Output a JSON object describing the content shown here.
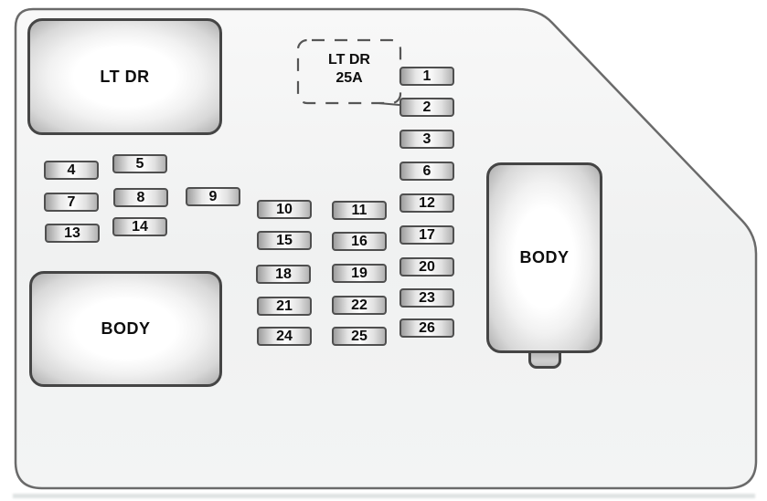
{
  "blocks": {
    "lt_dr": {
      "label": "LT DR"
    },
    "fuse_slot": {
      "line1": "LT DR",
      "line2": "25A"
    },
    "body_left": {
      "label": "BODY"
    },
    "body_right": {
      "label": "BODY"
    }
  },
  "fuses": [
    {
      "label": "1"
    },
    {
      "label": "2"
    },
    {
      "label": "3"
    },
    {
      "label": "4"
    },
    {
      "label": "5"
    },
    {
      "label": "6"
    },
    {
      "label": "7"
    },
    {
      "label": "8"
    },
    {
      "label": "9"
    },
    {
      "label": "10"
    },
    {
      "label": "11"
    },
    {
      "label": "12"
    },
    {
      "label": "13"
    },
    {
      "label": "14"
    },
    {
      "label": "15"
    },
    {
      "label": "16"
    },
    {
      "label": "17"
    },
    {
      "label": "18"
    },
    {
      "label": "19"
    },
    {
      "label": "20"
    },
    {
      "label": "21"
    },
    {
      "label": "22"
    },
    {
      "label": "23"
    },
    {
      "label": "24"
    },
    {
      "label": "25"
    },
    {
      "label": "26"
    }
  ],
  "colors": {
    "background": "#ffffff",
    "panel_fill": "#f2f3f3",
    "panel_outline": "#6a6a6a",
    "component_border": "#454545",
    "fuse_border": "#4f4f4f",
    "label_text": "#0d0d0d"
  }
}
